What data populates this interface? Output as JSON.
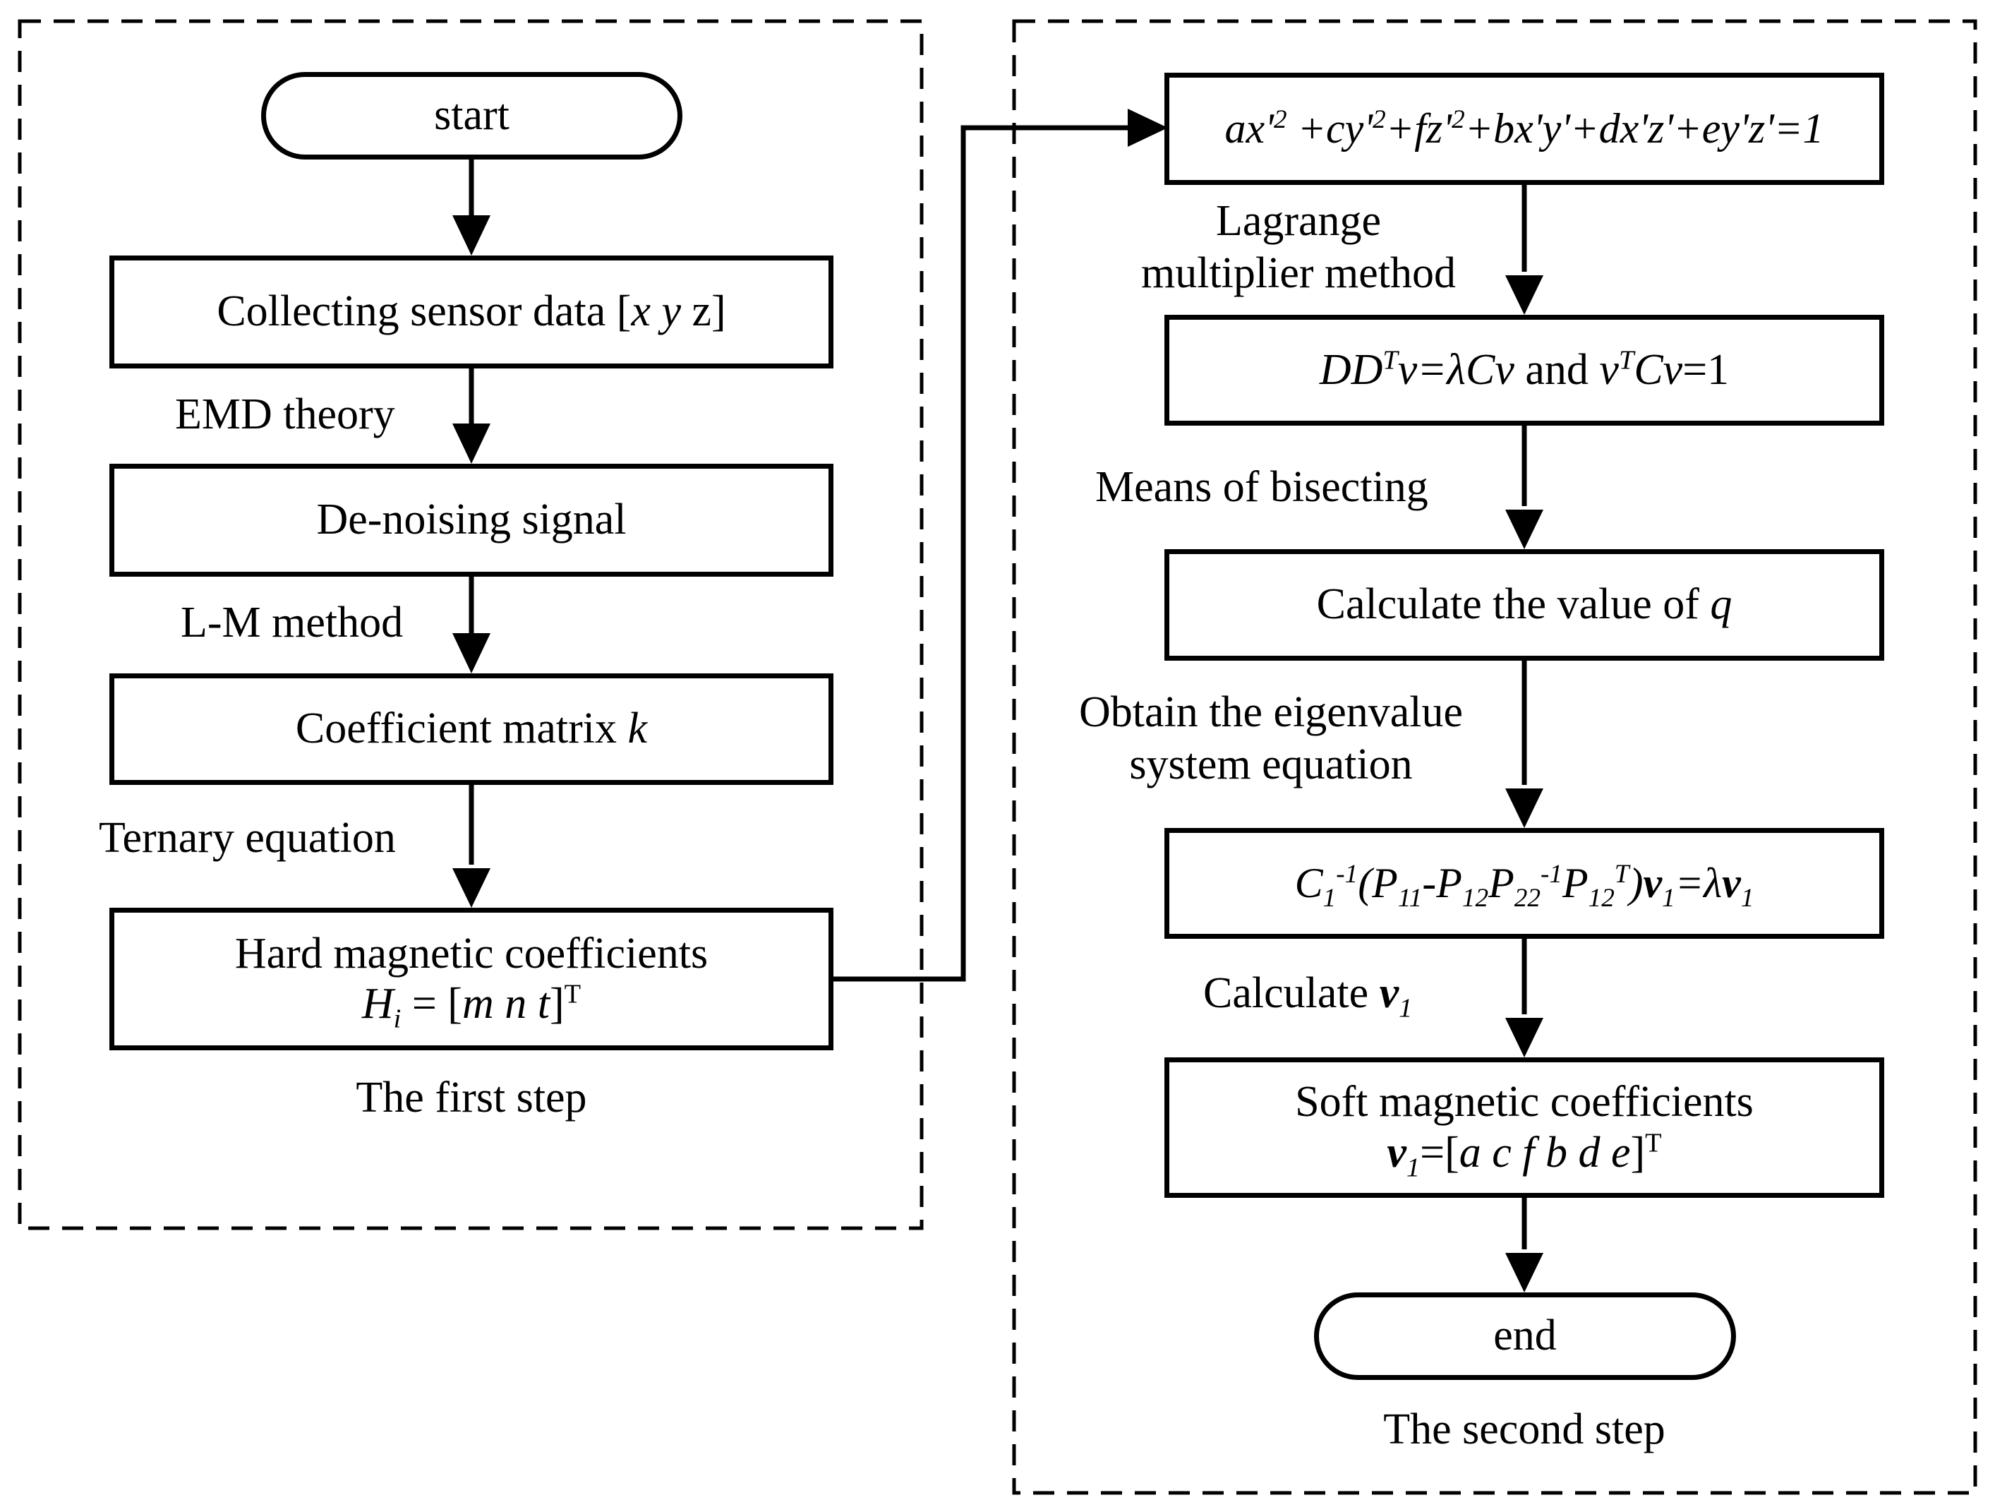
{
  "step1": {
    "caption": "The first step",
    "start": "start",
    "collect": {
      "text": "Collecting sensor data [",
      "vars": "x y",
      "end": " z]"
    },
    "emd": "EMD theory",
    "denoise": "De-noising signal",
    "lm": "L-M method",
    "coef": {
      "text": "Coefficient matrix ",
      "var": "k"
    },
    "ternary": "Ternary equation",
    "hard": {
      "line1": "Hard magnetic coefficients",
      "lhs": "H",
      "sub": "i",
      "rhs": " = [",
      "vars": "m n t",
      "close": "]",
      "sup": "T"
    }
  },
  "step2": {
    "caption": "The second step",
    "ellipsoid": {
      "p1": "ax'",
      "s1": "2",
      "p2": " +cy'",
      "s2": "2",
      "p3": "+fz'",
      "s3": "2",
      "p4": "+bx'y'+dx'z'+ey'z'=1"
    },
    "lagrange": {
      "line1": "Lagrange",
      "line2": "multiplier method"
    },
    "dd": {
      "p1": "DD",
      "s1": "T",
      "p2": "v=λCv",
      "mid": " and ",
      "p3": "v",
      "s2": "T",
      "p4": "Cv",
      "p5": "=1"
    },
    "bisect": "Means of bisecting",
    "calcq": {
      "text": "Calculate the value of ",
      "var": "q"
    },
    "obtain": {
      "line1": "Obtain the eigenvalue",
      "line2": "system equation"
    },
    "eig": {
      "c": "C",
      "c_sub": "1",
      "c_sup": "-1",
      "a": "(P",
      "a_sub": "11",
      "b": "-P",
      "b_sub": "12",
      "d": "P",
      "d_sub": "22",
      "d_sup": "-1",
      "e": "P",
      "e_sub": "12",
      "e_sup": "T",
      "f": ")",
      "v": "v",
      "v_sub": "1",
      "g": "=λ",
      "w": "v",
      "w_sub": "1"
    },
    "calcv": {
      "text": "Calculate ",
      "var": "v",
      "sub": "1"
    },
    "soft": {
      "line1": "Soft magnetic coefficients",
      "v": "v",
      "sub": "1",
      "rhs": "=[",
      "vars": "a c f b d e",
      "close": "]",
      "sup": "T"
    },
    "end": "end"
  }
}
